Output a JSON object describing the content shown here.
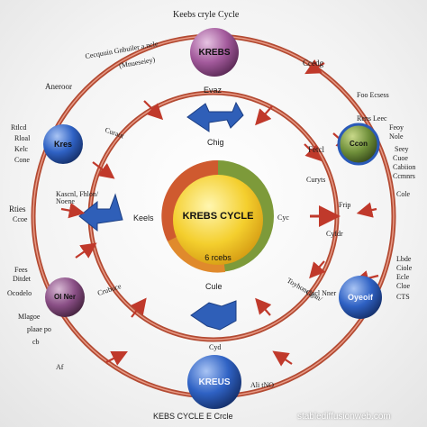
{
  "title": "Keebs cryle Cycle",
  "subtitle_lines": [
    "Cecquuin Gnbuiler a.ncle",
    "(Mnueseiey)"
  ],
  "center": {
    "title": "KREBS CYCLE",
    "subtitle": "6 rcebs"
  },
  "nodes": [
    {
      "id": "top",
      "label": "KREBS",
      "color": "#a35a9c"
    },
    {
      "id": "left-upper",
      "label": "Kres",
      "color": "#2c5fb0"
    },
    {
      "id": "right-upper",
      "label": "Ccon",
      "color": "#6f8f3a"
    },
    {
      "id": "left-lower",
      "label": "Ol Ner",
      "color": "#8a4f86"
    },
    {
      "id": "right-lower",
      "label": "Oyeoif",
      "color": "#2a5ab8"
    },
    {
      "id": "bottom",
      "label": "KREUS",
      "color": "#2a5ab8"
    }
  ],
  "labels": {
    "top_left": "Aneroor",
    "top_right": "Ccedg",
    "inner_top": "Evaz",
    "inner_top_left": "Curaut",
    "inner_top_mid": "Chig",
    "inner_right": "Fetcl",
    "inner_right2": "Curyts",
    "keels": "Keels",
    "left_inner": "Kascnl, Fhlon/\nNoene",
    "right_small": "Cyc",
    "right_mid": "Frip",
    "right_mid2": "Cyfdr",
    "bottom_inner": "Cule",
    "bottom_inner2": "Cyd",
    "left_lower_inner": "Crubuce",
    "right_lower_inner": "Toyhonclgan/",
    "right_lower_inner2": "Cucl Nner",
    "bottom_left_node": "Af",
    "bottom_right_node": "Ali tNO",
    "bottom_caption": "KEBS CYCLE E Crcle",
    "left_top1": "Rtlcd",
    "left_top2": "Rloal",
    "left_top3": "Kelc",
    "left_top4": "Cone",
    "left_mid1": "Rties",
    "left_mid2": "Ccoe",
    "left_bottom1": "Fees",
    "left_bottom2": "Ditdet",
    "left_bottom3": "Ocodelo",
    "left_bottom4": "Mlagoe",
    "left_bottom5": "plaae po",
    "left_bottom6": "cb",
    "right_top1": "Foo Ecsess",
    "right_top2": "Rens Leec",
    "right_top3": "Feoy",
    "right_top4": "Nole",
    "right_top5": "Seey",
    "right_top6": "Cuoe",
    "right_top7": "Cabiion",
    "right_top8": "Ccmnrs",
    "right_mid3": "Cole",
    "right_bottom1": "Lbde",
    "right_bottom2": "Ciole",
    "right_bottom3": "Ecle",
    "right_bottom4": "Cloe",
    "right_bottom5": "CTS",
    "watermark": "stablediffusionweb.com"
  },
  "colors": {
    "ring": "#b34a32",
    "background": "#f3f3f3",
    "arrow_red": "#c0392b",
    "arrow_blue": "#2f5fb8"
  }
}
